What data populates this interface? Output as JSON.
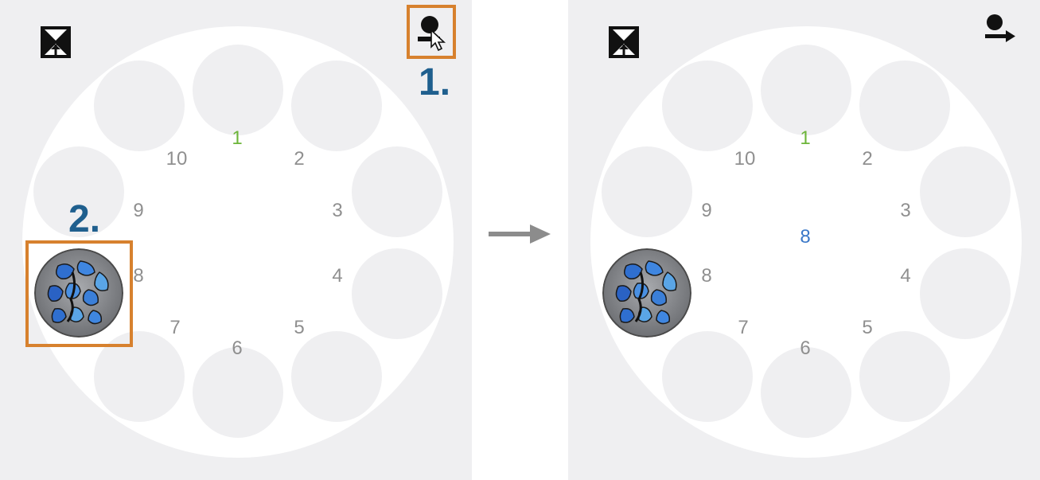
{
  "before": {
    "slots": [
      "1",
      "2",
      "3",
      "4",
      "5",
      "6",
      "7",
      "8",
      "9",
      "10"
    ],
    "active_slot": "1",
    "loaded_slot": "8",
    "icons": {
      "eject": "eject-icon",
      "load": "load-sample-icon",
      "cursor": "cursor-pointer-icon"
    },
    "steps": {
      "one": "1.",
      "two": "2."
    }
  },
  "after": {
    "slots": [
      "1",
      "2",
      "3",
      "4",
      "5",
      "6",
      "7",
      "8",
      "9",
      "10"
    ],
    "active_slot": "1",
    "loaded_slot": "8",
    "selected_label": "8",
    "icons": {
      "eject": "eject-icon",
      "unload": "unload-sample-icon"
    }
  },
  "transition": {
    "icon": "arrow-right-icon"
  },
  "colors": {
    "highlight": "#d7812e",
    "step_label": "#1f5f8e",
    "active_slot": "#6cb539",
    "selected_slot": "#3b78c8",
    "slot_number": "#8f8f8f"
  }
}
